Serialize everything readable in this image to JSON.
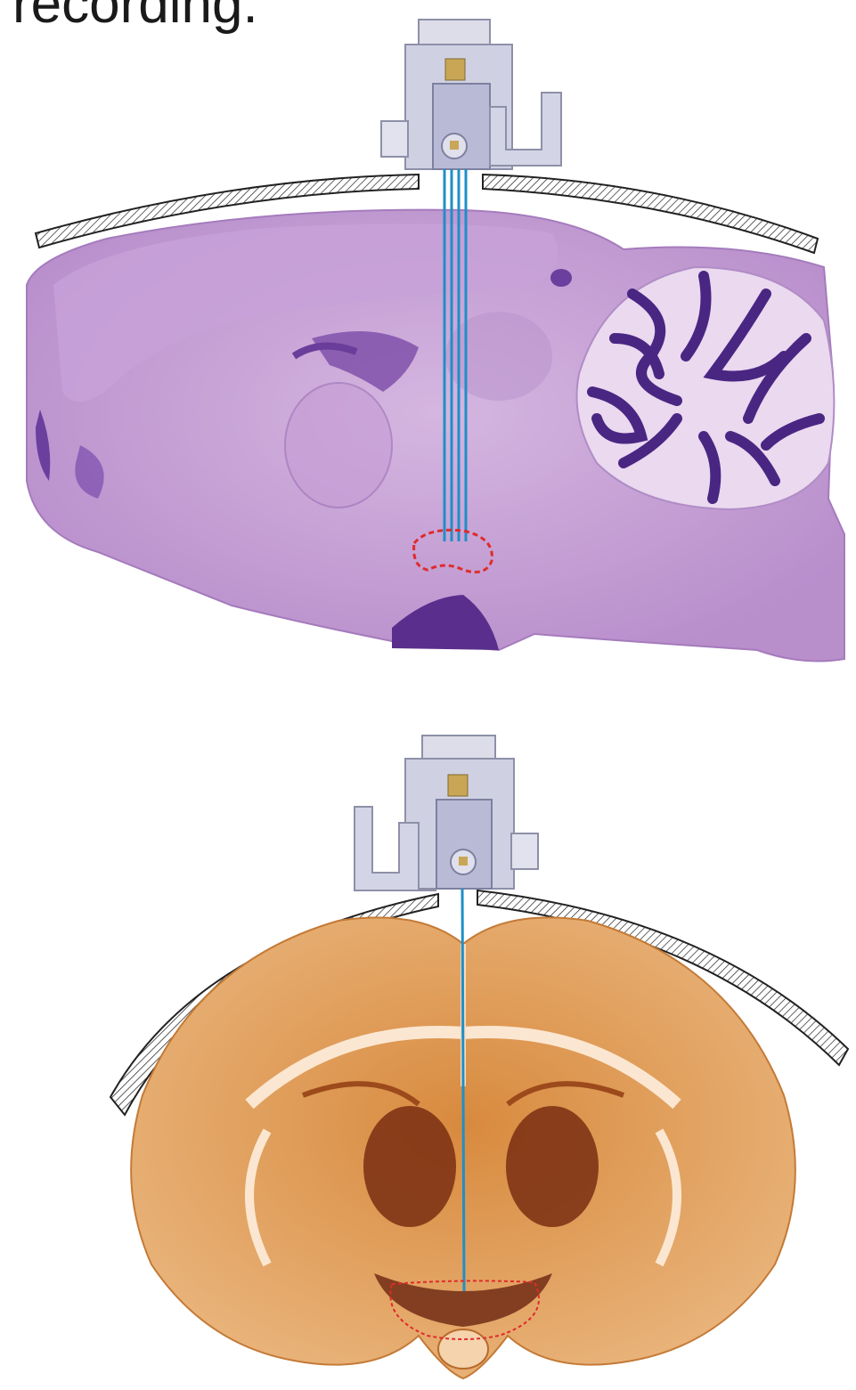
{
  "header": {
    "caption_fragment": "recording."
  },
  "panels": [
    {
      "view": "sagittal",
      "stain": "nissl",
      "probe_shanks": 4
    },
    {
      "view": "coronal",
      "stain": "dab",
      "probe_shanks": 1
    }
  ],
  "colors": {
    "nissl_tissue": "#c9a6d6",
    "nissl_dark": "#5a3590",
    "dab_tissue": "#e0a462",
    "dab_dark": "#7a2e12",
    "probe": "#1f8fc8",
    "target_outline": "#e02b2b",
    "skull": "#2a2a2a",
    "implant": "#c9cbe0"
  },
  "icons": {
    "implant": "microdrive-implant-icon",
    "skull": "skull-arc-icon"
  }
}
